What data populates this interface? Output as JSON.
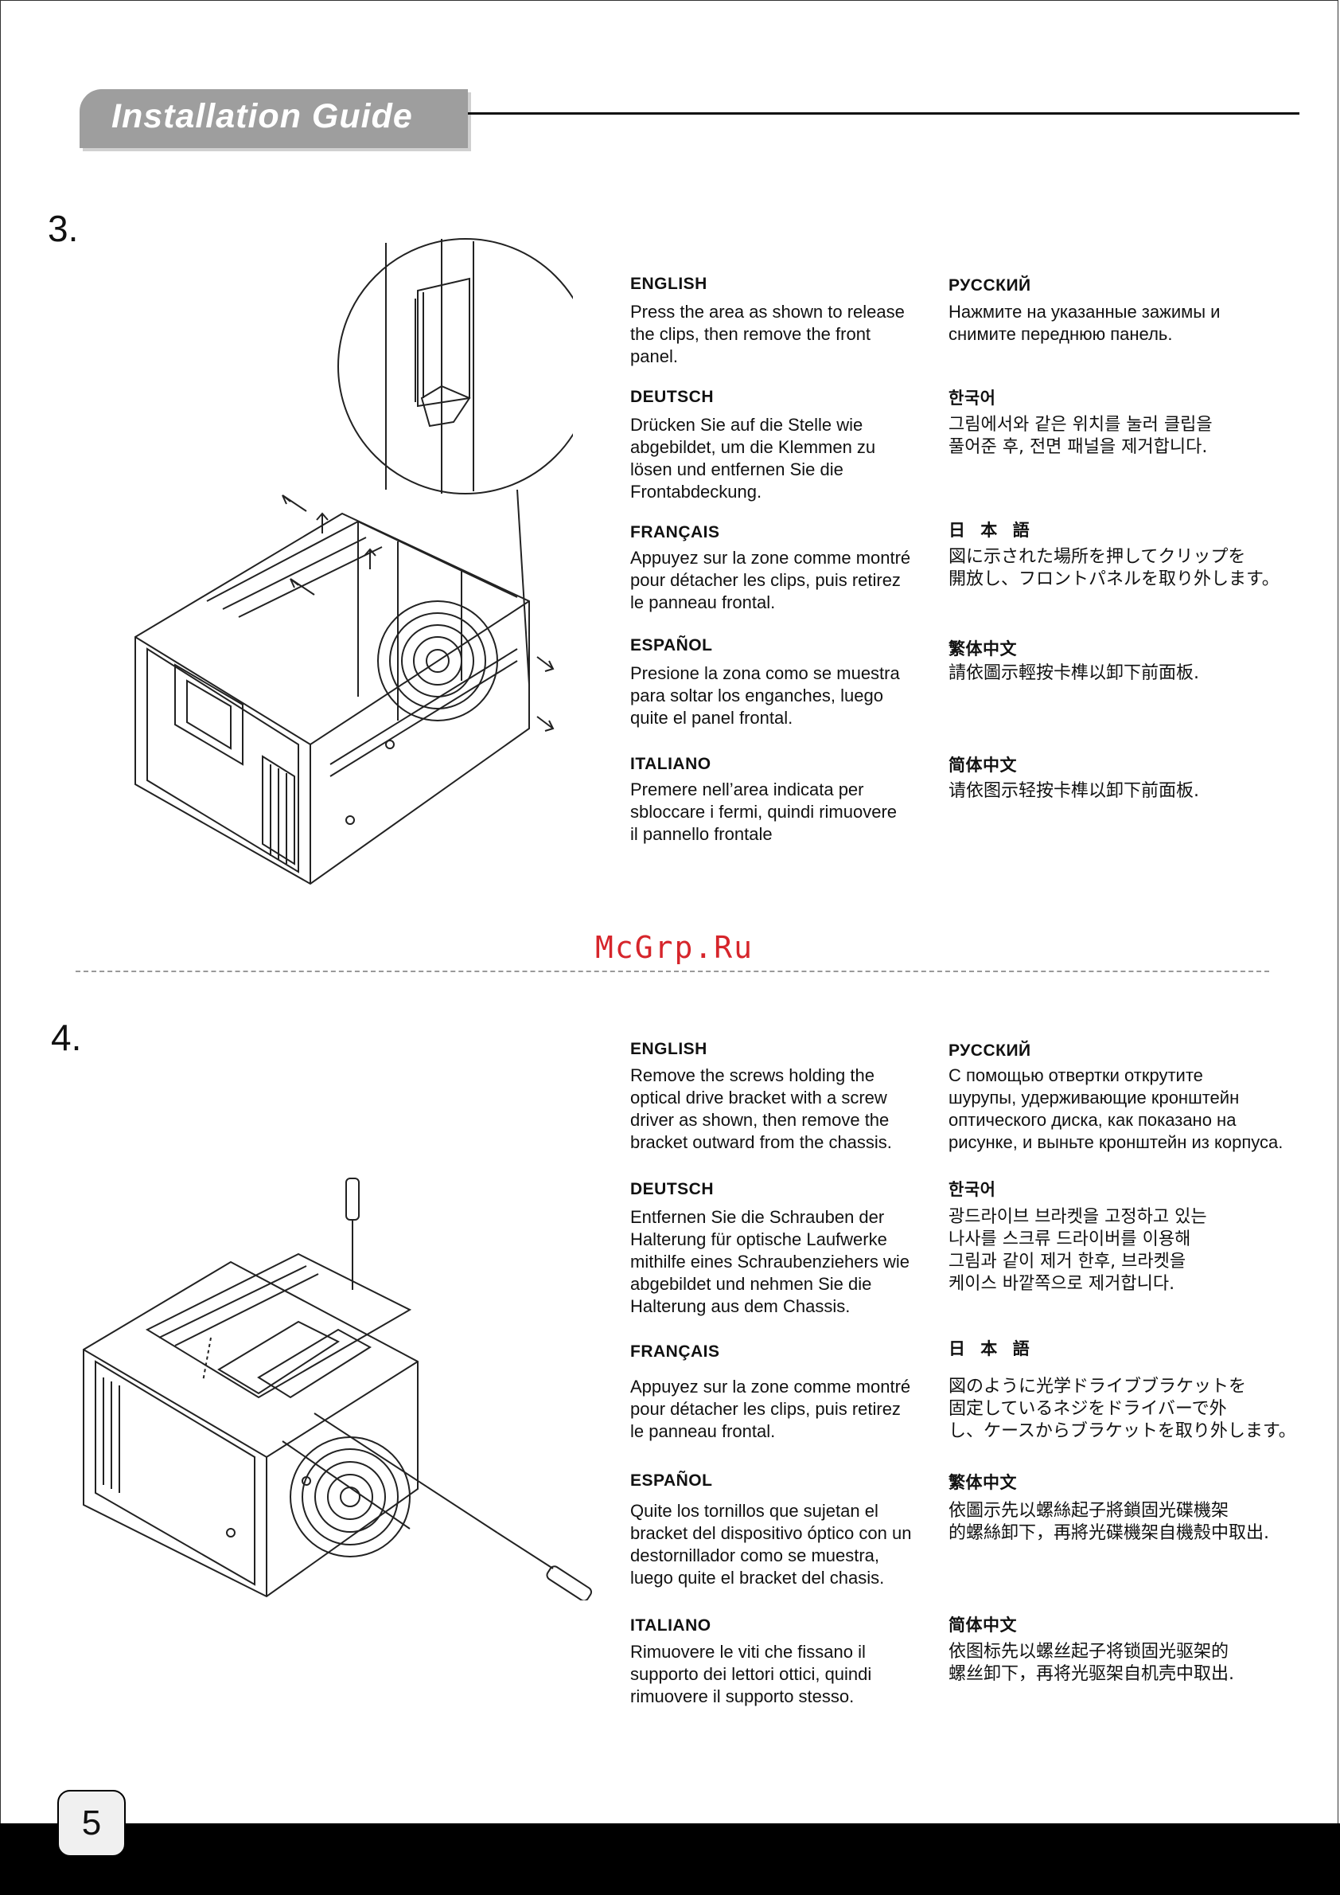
{
  "header": {
    "title": "Installation Guide"
  },
  "watermark": "McGrp.Ru",
  "page_number": "5",
  "steps": [
    {
      "number": "3.",
      "languages": [
        {
          "heading": "ENGLISH",
          "body": "Press the area as shown to release\nthe clips, then remove the front\npanel."
        },
        {
          "heading": "DEUTSCH",
          "body": "Drücken Sie auf die Stelle wie\nabgebildet, um die Klemmen zu\nlösen und entfernen Sie die\nFrontabdeckung."
        },
        {
          "heading": "FRANÇAIS",
          "body": "Appuyez sur la zone comme montré\npour détacher les clips, puis retirez\nle panneau frontal."
        },
        {
          "heading": "ESPAÑOL",
          "body": "Presione la zona como se muestra\npara soltar los enganches, luego\nquite el panel frontal."
        },
        {
          "heading": "ITALIANO",
          "body": "Premere nell’area indicata per\nsbloccare i fermi, quindi rimuovere\nil pannello frontale"
        },
        {
          "heading": "РУССКИЙ",
          "body": "Нажмите на указанные зажимы и\nснимите переднюю панель."
        },
        {
          "heading": "한국어",
          "body": "그림에서와 같은 위치를 눌러 클립을\n풀어준 후, 전면 패널을 제거합니다."
        },
        {
          "heading": "日 本 語",
          "body": "図に示された場所を押してクリップを\n開放し、フロントパネルを取り外します。"
        },
        {
          "heading": "繁体中文",
          "body": "請依圖示輕按卡榫以卸下前面板."
        },
        {
          "heading": "简体中文",
          "body": "请依图示轻按卡榫以卸下前面板."
        }
      ]
    },
    {
      "number": "4.",
      "languages": [
        {
          "heading": "ENGLISH",
          "body": "Remove the screws holding the\noptical drive bracket with a screw\ndriver as shown, then remove the\nbracket outward from the chassis."
        },
        {
          "heading": "DEUTSCH",
          "body": "Entfernen Sie die Schrauben der\nHalterung für optische Laufwerke\nmithilfe eines Schraubenziehers wie\nabgebildet und nehmen Sie die\nHalterung aus dem Chassis."
        },
        {
          "heading": "FRANÇAIS",
          "body": "Appuyez sur la zone comme montré\npour détacher les clips, puis retirez\nle panneau frontal."
        },
        {
          "heading": "ESPAÑOL",
          "body": "Quite los tornillos que sujetan el\nbracket del dispositivo óptico con un\ndestornillador como se muestra,\nluego quite el bracket del chasis."
        },
        {
          "heading": "ITALIANO",
          "body": "Rimuovere le viti che fissano il\nsupporto dei lettori ottici, quindi\nrimuovere il supporto stesso."
        },
        {
          "heading": "РУССКИЙ",
          "body": "С помощью отвертки открутите\nшурупы, удерживающие кронштейн\nоптического диска, как показано на\nрисунке, и выньте кронштейн из корпуса."
        },
        {
          "heading": "한국어",
          "body": "광드라이브 브라켓을 고정하고 있는\n나사를 스크류 드라이버를 이용해\n그림과 같이 제거 한후, 브라켓을\n케이스 바깥쪽으로 제거합니다."
        },
        {
          "heading": "日 本 語",
          "body": "図のように光学ドライブブラケットを\n固定しているネジをドライバーで外\nし、ケースからブラケットを取り外します。"
        },
        {
          "heading": "繁体中文",
          "body": "依圖示先以螺絲起子將鎖固光碟機架\n的螺絲卸下，再將光碟機架自機殼中取出."
        },
        {
          "heading": "简体中文",
          "body": "依图标先以螺丝起子将锁固光驱架的\n螺丝卸下，再将光驱架自机壳中取出."
        }
      ]
    }
  ]
}
